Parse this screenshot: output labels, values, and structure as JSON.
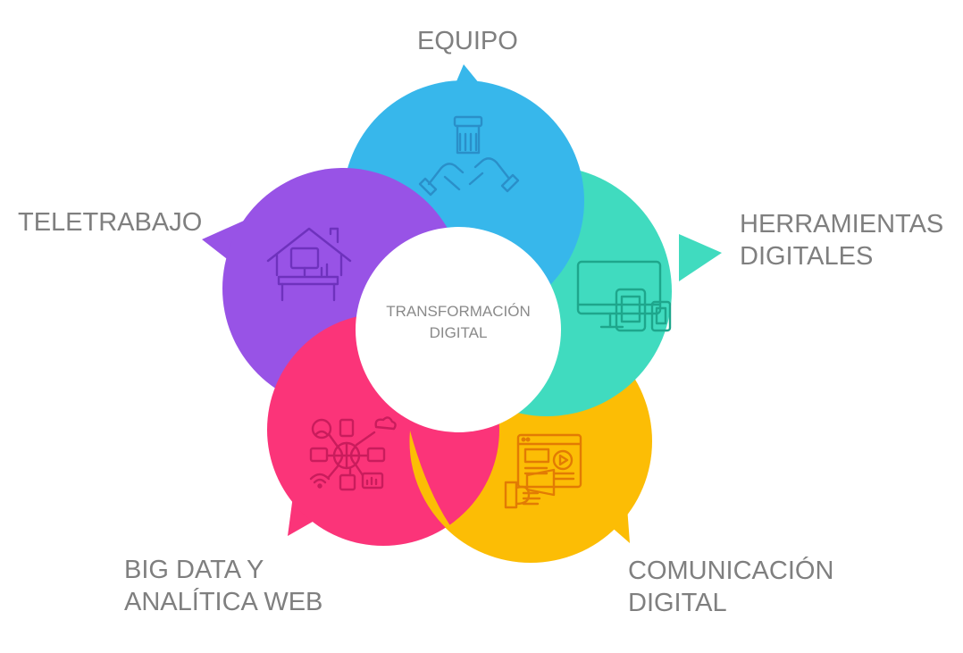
{
  "center": {
    "line1": "TRANSFORMACIÓN",
    "line2": "DIGITAL"
  },
  "segments": [
    {
      "id": "equipo",
      "label_lines": [
        "EQUIPO"
      ],
      "color": "#37b7eb",
      "icon": "hands-team-icon"
    },
    {
      "id": "herramientas",
      "label_lines": [
        "HERRAMIENTAS",
        "DIGITALES"
      ],
      "color": "#40dbbf",
      "icon": "devices-icon"
    },
    {
      "id": "comunicacion",
      "label_lines": [
        "COMUNICACIÓN",
        "DIGITAL"
      ],
      "color": "#fcbd05",
      "icon": "video-marketing-icon"
    },
    {
      "id": "bigdata",
      "label_lines": [
        "BIG DATA Y",
        "ANALÍTICA WEB"
      ],
      "color": "#fb3479",
      "icon": "data-network-icon"
    },
    {
      "id": "teletrabajo",
      "label_lines": [
        "TELETRABAJO"
      ],
      "color": "#9853e6",
      "icon": "home-office-icon"
    }
  ]
}
